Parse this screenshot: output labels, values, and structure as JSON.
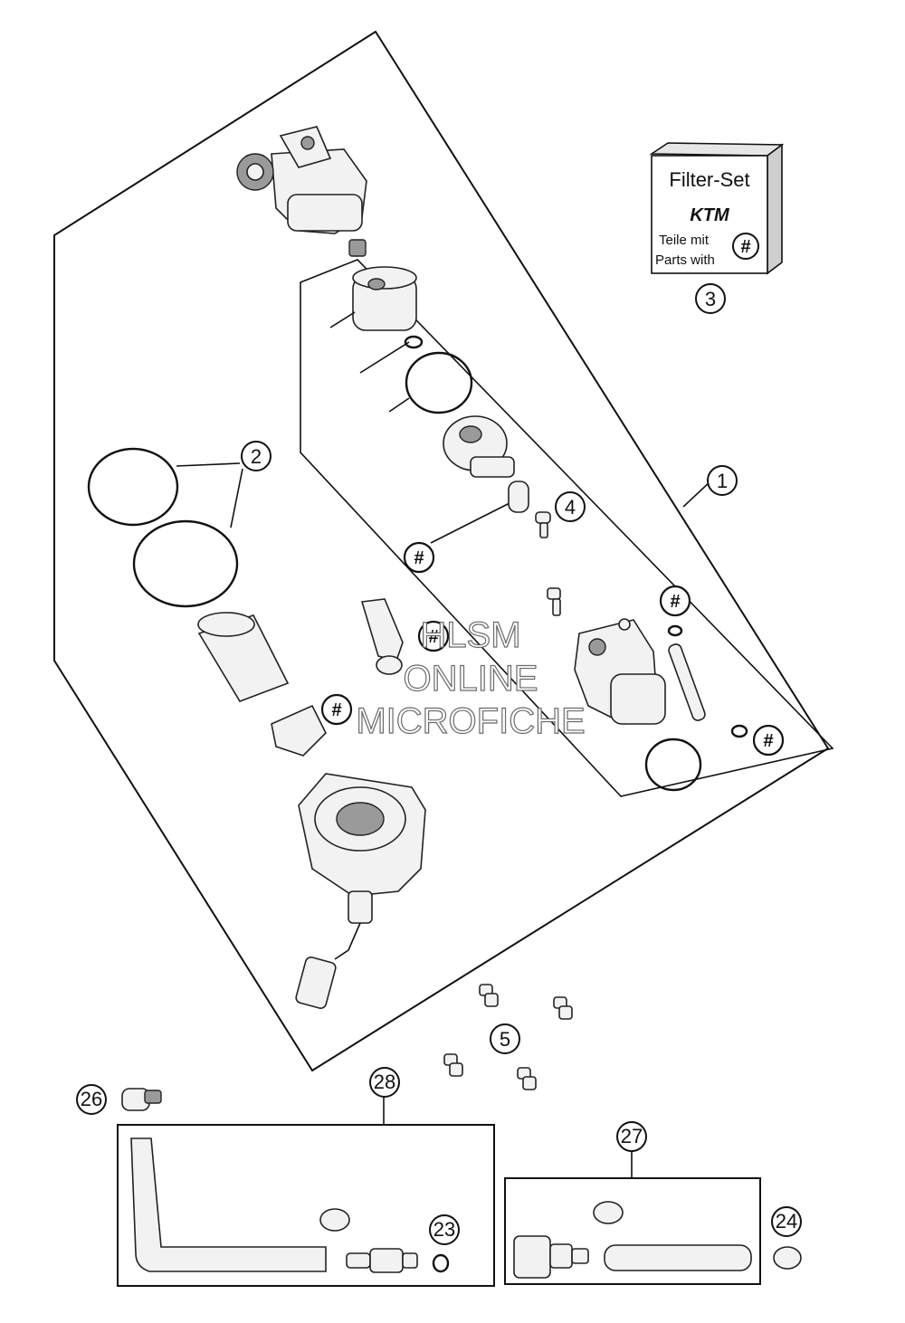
{
  "filter_set": {
    "title": "Filter-Set",
    "brand": "KTM",
    "line1": "Teile mit",
    "line2": "Parts with",
    "hash": "#"
  },
  "callouts": {
    "c1": "1",
    "c2": "2",
    "c3": "3",
    "c4": "4",
    "c5": "5",
    "c23": "23",
    "c24": "24",
    "c26": "26",
    "c27": "27",
    "c28": "28"
  },
  "hash_marker": "#",
  "watermark": {
    "line1": "HLSM",
    "line2": "ONLINE",
    "line3": "MICROFICHE"
  }
}
